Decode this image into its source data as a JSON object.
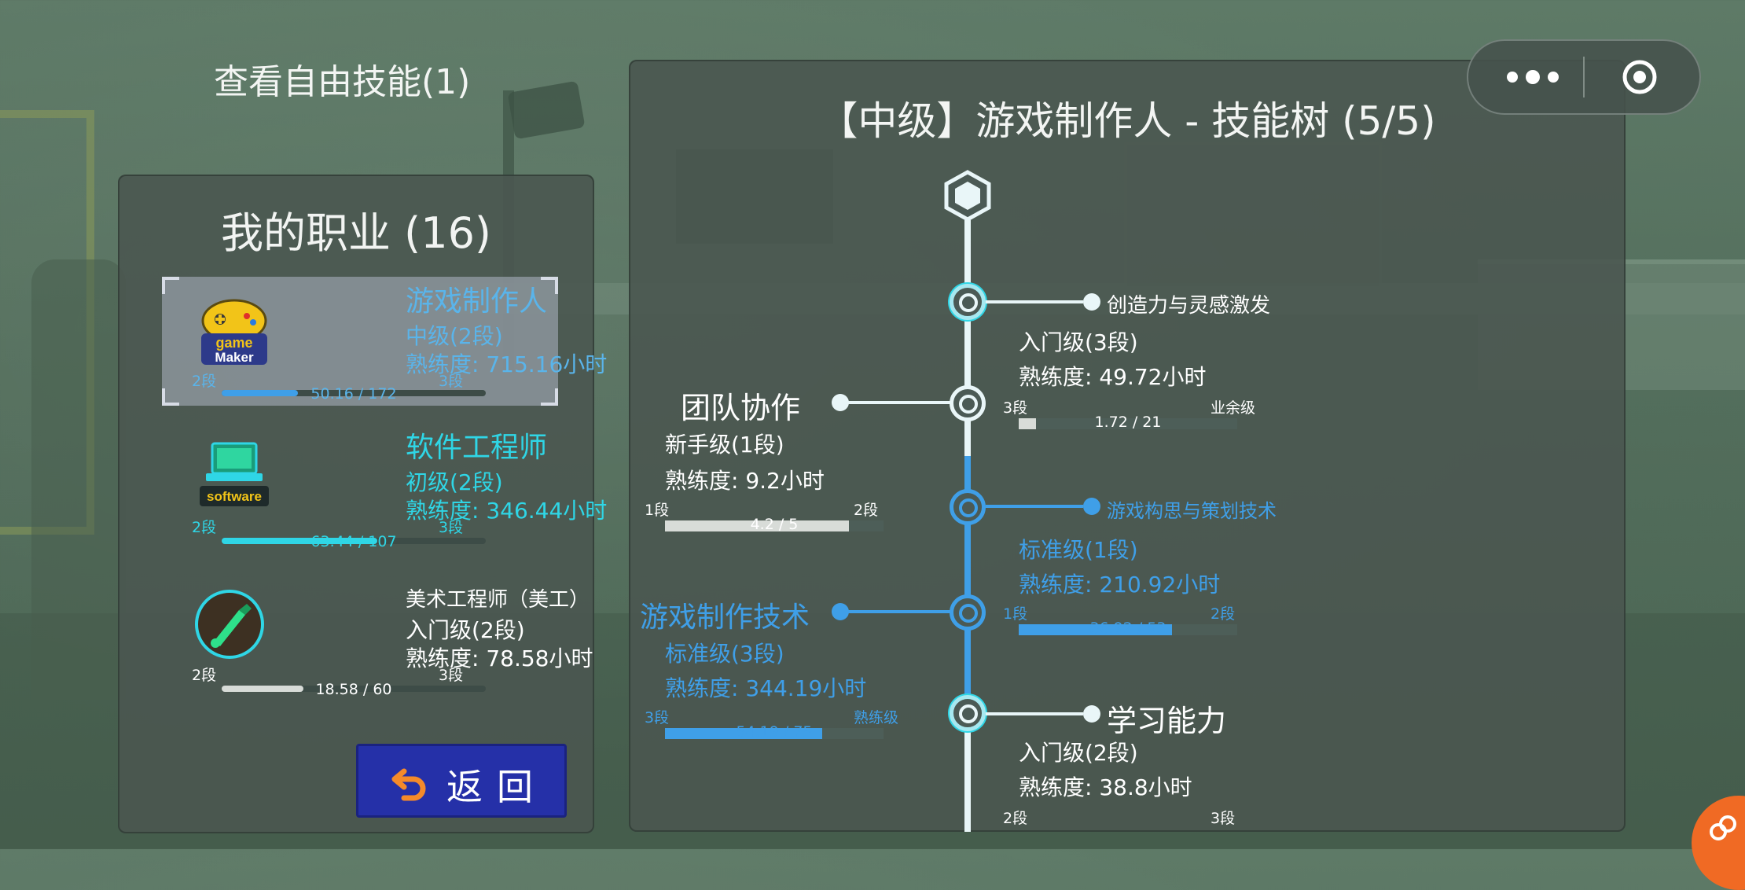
{
  "header": {
    "free_skill_title": "查看自由技能(1)"
  },
  "careers": {
    "title": "我的职业 (16)",
    "items": [
      {
        "name": "游戏制作人",
        "level": "中级(2段)",
        "proficiency": "熟练度: 715.16小时",
        "left_label": "2段",
        "right_label": "3段",
        "count": "50.16 / 172",
        "progress": 0.29,
        "icon": "gamemaker-icon",
        "icon_text_1": "game",
        "icon_text_2": "Maker",
        "selected": true
      },
      {
        "name": "软件工程师",
        "level": "初级(2段)",
        "proficiency": "熟练度: 346.44小时",
        "left_label": "2段",
        "right_label": "3段",
        "count": "63.44 / 107",
        "progress": 0.59,
        "icon": "laptop-icon",
        "icon_text": "software",
        "selected": false
      },
      {
        "name": "美术工程师（美工）",
        "level": "入门级(2段)",
        "proficiency": "熟练度: 78.58小时",
        "left_label": "2段",
        "right_label": "3段",
        "count": "18.58 / 60",
        "progress": 0.31,
        "icon": "brush-icon",
        "selected": false
      }
    ]
  },
  "back_button": {
    "label": "返回"
  },
  "skill_tree": {
    "title": "【中级】游戏制作人 - 技能树 (5/5)",
    "skills": [
      {
        "name": "创造力与灵感激发",
        "level": "入门级(3段)",
        "proficiency": "熟练度: 49.72小时",
        "left_label": "3段",
        "right_label": "业余级",
        "count": "1.72 / 21",
        "progress": 0.08
      },
      {
        "name": "团队协作",
        "level": "新手级(1段)",
        "proficiency": "熟练度: 9.2小时",
        "left_label": "1段",
        "right_label": "2段",
        "count": "4.2 / 5",
        "progress": 0.84
      },
      {
        "name": "游戏构思与策划技术",
        "level": "标准级(1段)",
        "proficiency": "熟练度: 210.92小时",
        "left_label": "1段",
        "right_label": "2段",
        "count": "36.92 / 53",
        "progress": 0.7
      },
      {
        "name": "游戏制作技术",
        "level": "标准级(3段)",
        "proficiency": "熟练度: 344.19小时",
        "left_label": "3段",
        "right_label": "熟练级",
        "count": "54.19 / 75",
        "progress": 0.72
      },
      {
        "name": "学习能力",
        "level": "入门级(2段)",
        "proficiency": "熟练度: 38.8小时",
        "left_label": "2段",
        "right_label": "3段"
      }
    ]
  },
  "colors": {
    "cyan": "#2fd6e6",
    "blue": "#3f9fe8",
    "white_node": "#e9f6f8",
    "selected_text": "#5ab4ea",
    "back_button": "#2530a8"
  }
}
